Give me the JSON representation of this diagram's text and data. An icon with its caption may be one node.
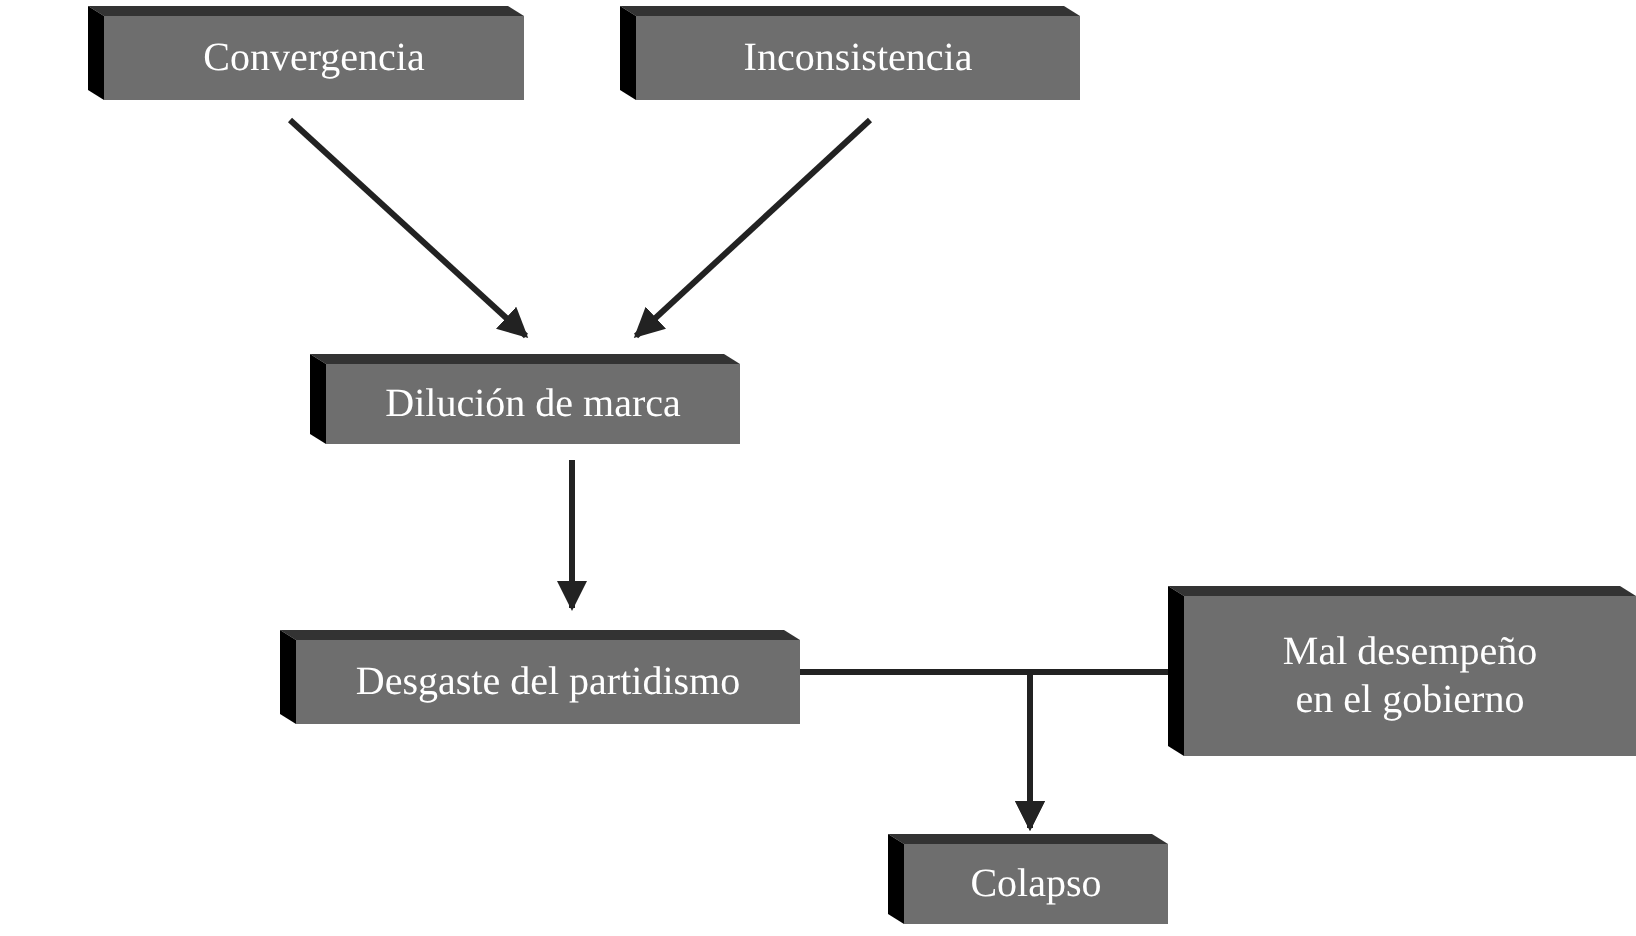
{
  "diagram": {
    "nodes": [
      {
        "text": [
          "Convergencia"
        ]
      },
      {
        "text": [
          "Inconsistencia"
        ]
      },
      {
        "text": [
          "Dilución de marca"
        ]
      },
      {
        "text": [
          "Desgaste del partidismo"
        ]
      },
      {
        "text": [
          "Mal desempeño en el gobierno"
        ]
      },
      {
        "text": [
          "Colapso"
        ]
      }
    ],
    "edges": [
      {
        "from": 0,
        "to": 2,
        "arrow": "to"
      },
      {
        "from": 1,
        "to": 2,
        "arrow": "to"
      },
      {
        "from": 2,
        "to": 3,
        "arrow": "to"
      },
      {
        "from": 3,
        "to": 5,
        "arrow": "to"
      },
      {
        "from": 4,
        "to": 5,
        "arrow": "to"
      }
    ]
  }
}
